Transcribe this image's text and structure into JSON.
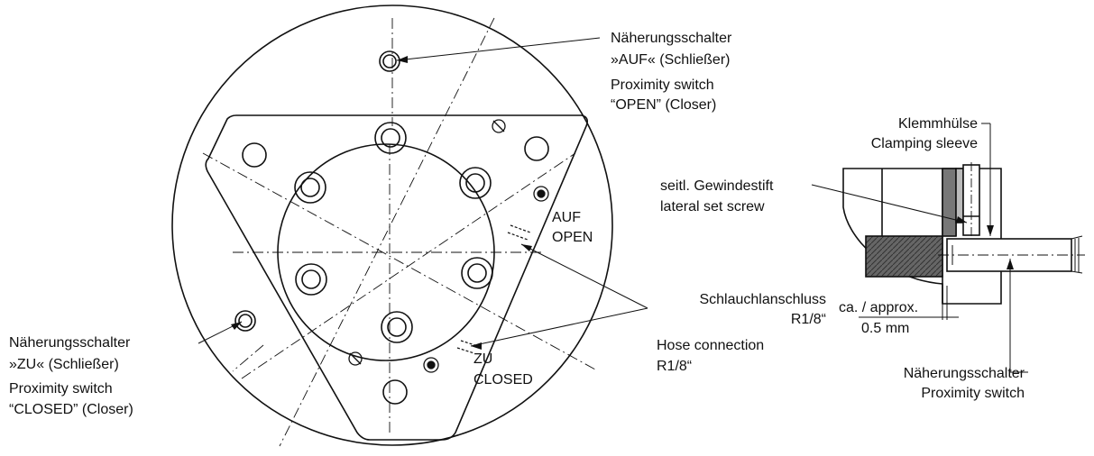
{
  "labels": {
    "prox_open_de_1": "Näherungsschalter",
    "prox_open_de_2": "»AUF«  (Schließer)",
    "prox_open_en_1": "Proximity switch",
    "prox_open_en_2": "“OPEN”  (Closer)",
    "prox_closed_de_1": "Näherungsschalter",
    "prox_closed_de_2": "»ZU«  (Schließer)",
    "prox_closed_en_1": "Proximity switch",
    "prox_closed_en_2": "“CLOSED”  (Closer)",
    "auf": "AUF",
    "open": "OPEN",
    "zu": "ZU",
    "closed": "CLOSED",
    "hose_de_1": "Schlauchlanschluss",
    "hose_de_2": "R1/8“",
    "hose_en_1": "Hose connection",
    "hose_en_2": "R1/8“",
    "clamp_de": "Klemmhülse",
    "clamp_en": "Clamping sleeve",
    "setscrew_de": "seitl. Gewindestift",
    "setscrew_en": "lateral set screw",
    "gap_label": "ca. / approx.",
    "gap_value": "0.5 mm",
    "prox_side_de": "Näherungsschalter",
    "prox_side_en": "Proximity switch"
  }
}
